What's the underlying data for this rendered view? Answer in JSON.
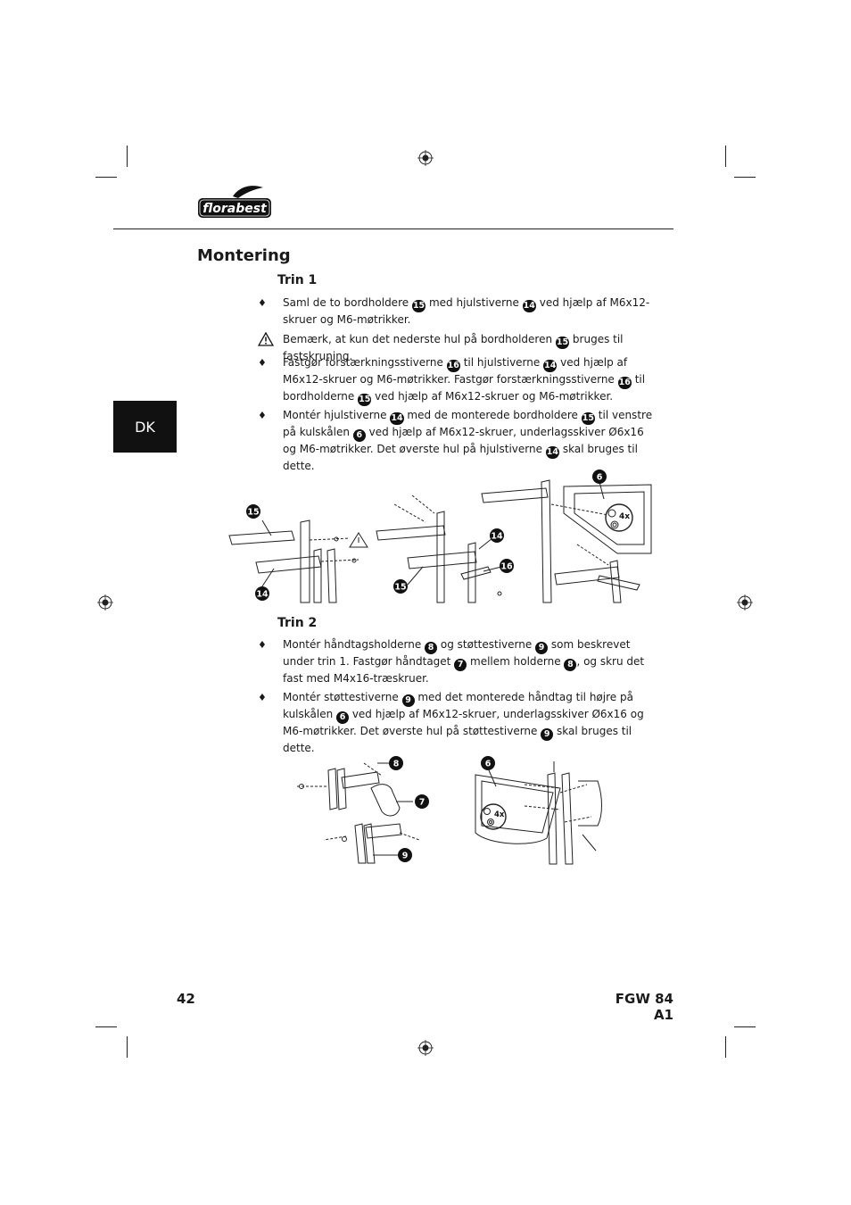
{
  "brand": {
    "logo_text": "florabest"
  },
  "section": {
    "title": "Montering",
    "language_tab": "DK"
  },
  "step1": {
    "heading": "Trin 1",
    "items": [
      {
        "type": "bullet",
        "parts": [
          "Saml de to bordholdere ",
          "15",
          " med hjulstiverne ",
          "14",
          " ved hjælp af M6x12-skruer og M6-møtrikker."
        ]
      },
      {
        "type": "warning",
        "parts": [
          "Bemærk, at kun det nederste hul på bordholderen ",
          "15",
          " bruges til fastskruning."
        ]
      },
      {
        "type": "bullet",
        "parts": [
          "Fastgør forstærkningsstiverne ",
          "16",
          " til hjulstiverne ",
          "14",
          " ved hjælp af M6x12-skruer og M6-møtrikker. Fastgør forstærkningsstiverne ",
          "16",
          " til bordholderne ",
          "15",
          " ved hjælp af M6x12-skruer og M6-møtrikker."
        ]
      },
      {
        "type": "bullet",
        "parts": [
          "Montér hjulstiverne ",
          "14",
          " med de monterede bordholdere ",
          "15",
          " til venstre på kulskålen ",
          "6",
          " ved hjælp af M6x12-skruer, underlagsskiver Ø6x16 og M6-møtrikker. Det øverste hul på hjulstiverne ",
          "14",
          " skal bruges til dette."
        ]
      }
    ],
    "figure_callouts": {
      "a": "15",
      "b": "14",
      "c": "14",
      "d": "16",
      "e": "15",
      "f": "6",
      "g": "4x"
    }
  },
  "step2": {
    "heading": "Trin 2",
    "items": [
      {
        "type": "bullet",
        "parts": [
          "Montér håndtagsholderne ",
          "8",
          " og støttestiverne ",
          "9",
          " som beskrevet under trin 1. Fastgør håndtaget ",
          "7",
          " mellem holderne ",
          "8",
          ", og skru det fast med M4x16-træskruer."
        ]
      },
      {
        "type": "bullet",
        "parts": [
          "Montér støttestiverne ",
          "9",
          " med det monterede håndtag til højre på kulskålen ",
          "6",
          " ved hjælp af M6x12-skruer, underlagsskiver Ø6x16 og M6-møtrikker. Det øverste hul på støttestiverne ",
          "9",
          " skal bruges til dette."
        ]
      }
    ],
    "figure_callouts": {
      "a": "8",
      "b": "7",
      "c": "9",
      "d": "6",
      "e": "4x"
    }
  },
  "footer": {
    "page_number": "42",
    "model": "FGW 84 A1"
  }
}
